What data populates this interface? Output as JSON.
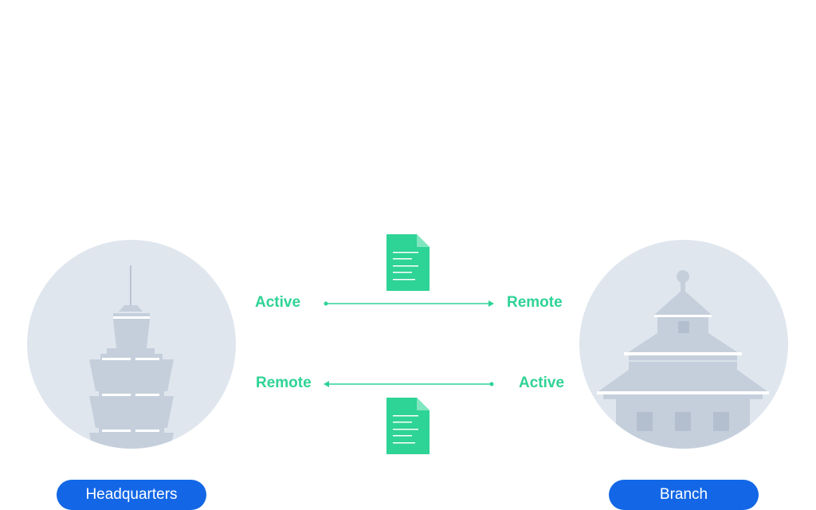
{
  "sites": {
    "headquarters": {
      "label": "Headquarters",
      "icon": "tower-building-icon"
    },
    "branch": {
      "label": "Branch",
      "icon": "temple-building-icon"
    }
  },
  "flows": [
    {
      "direction": "right",
      "from_label": "Active",
      "to_label": "Remote",
      "icon": "document-icon"
    },
    {
      "direction": "left",
      "from_label": "Active",
      "to_label": "Remote",
      "icon": "document-icon"
    }
  ],
  "colors": {
    "accent_green": "#2ed396",
    "pill_blue": "#1367e6",
    "circle_bg": "#dfe6ee",
    "building": "#c5cfdc"
  }
}
